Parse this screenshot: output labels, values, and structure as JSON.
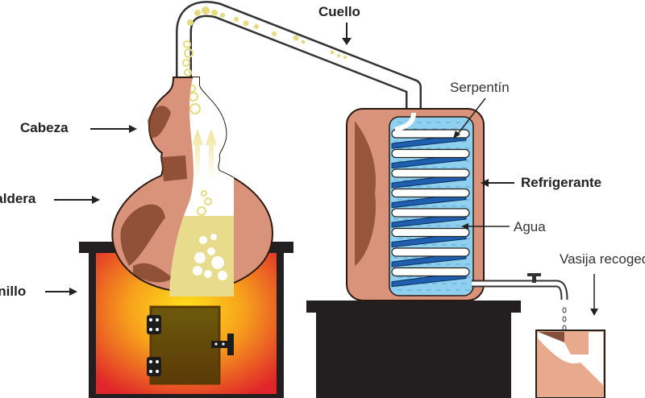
{
  "title": "Alambique de destilación",
  "labels": {
    "cuello": "Cuello",
    "cabeza": "Cabeza",
    "caldera": "Caldera",
    "hornillo": "Hornillo",
    "serpentin": "Serpentín",
    "refrigerante": "Refrigerante",
    "agua": "Agua",
    "vasija": "Vasija recogedora"
  },
  "colors": {
    "copper": "#d9937a",
    "copper_dark": "#7a3b22",
    "liquid": "#e8dc8c",
    "water": "#8fd0ee",
    "coil_blue": "#1f5fb0",
    "fire_red": "#e0262a",
    "fire_yellow": "#ffd21a",
    "door": "#6b5208",
    "stand": "#231f20"
  }
}
